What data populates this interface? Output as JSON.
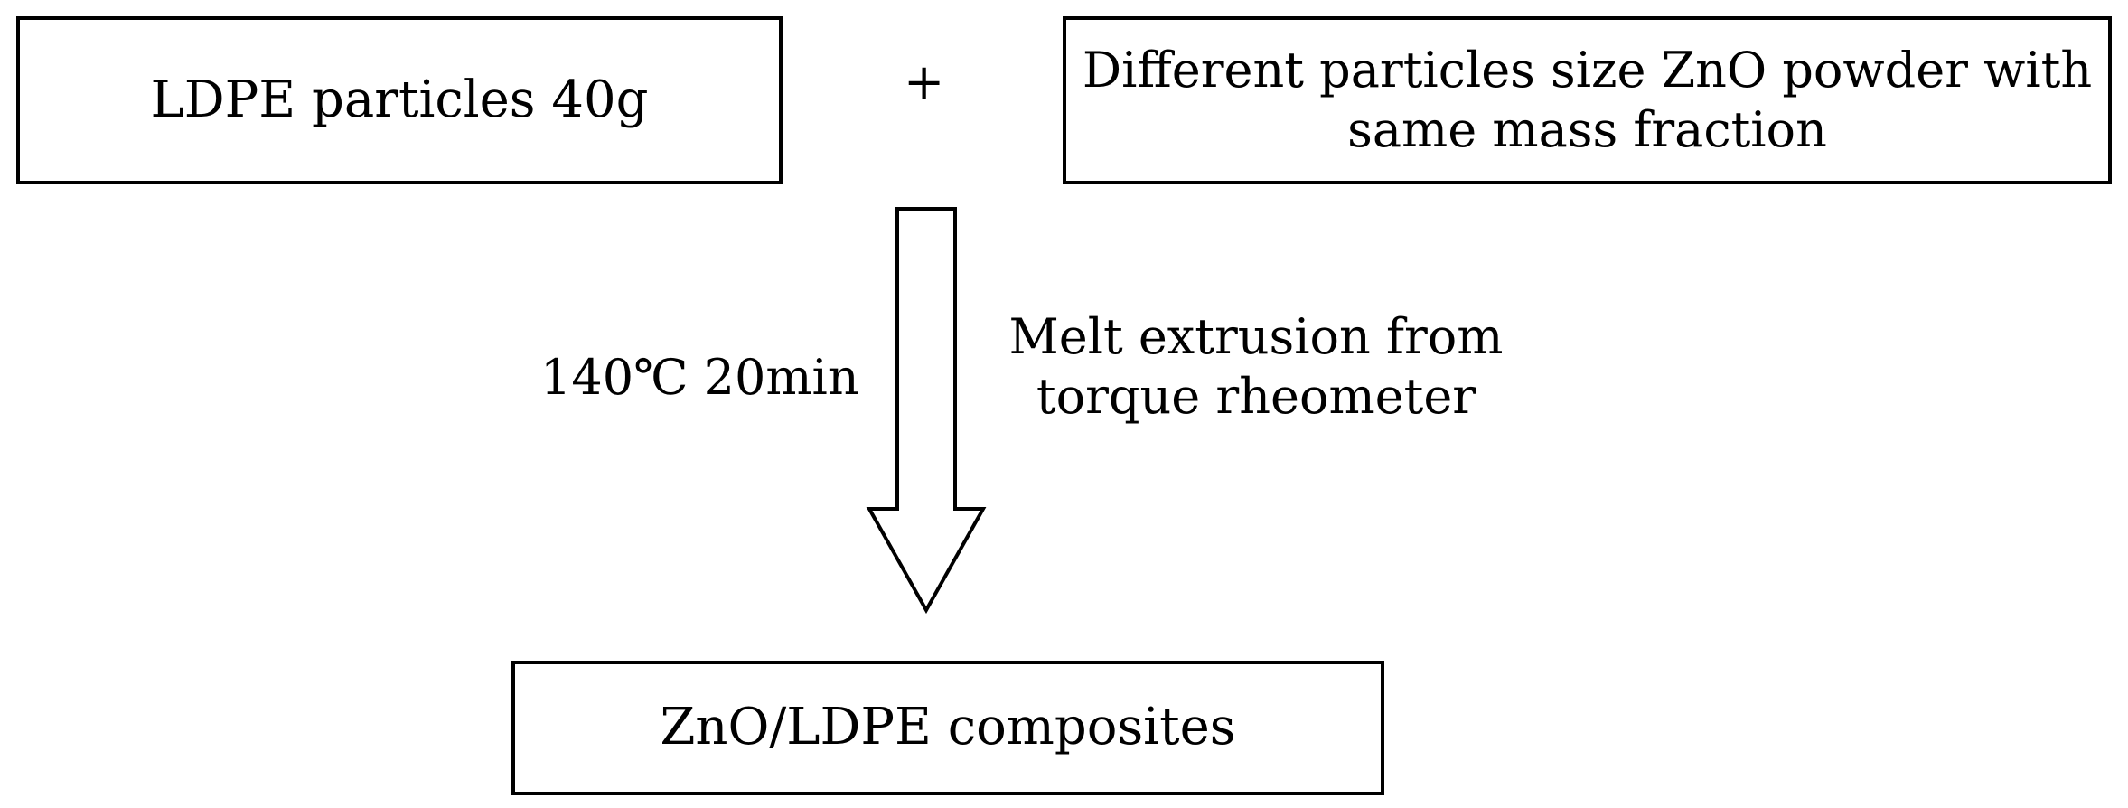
{
  "boxes": {
    "ldpe": "LDPE particles 40g",
    "zno": "Different particles size ZnO powder with\nsame mass fraction",
    "composites": "ZnO/LDPE composites"
  },
  "operator": "+",
  "arrow": {
    "condition": "140℃ 20min",
    "process": "Melt extrusion from\ntorque rheometer"
  },
  "colors": {
    "stroke": "#000000",
    "fill": "#ffffff"
  }
}
